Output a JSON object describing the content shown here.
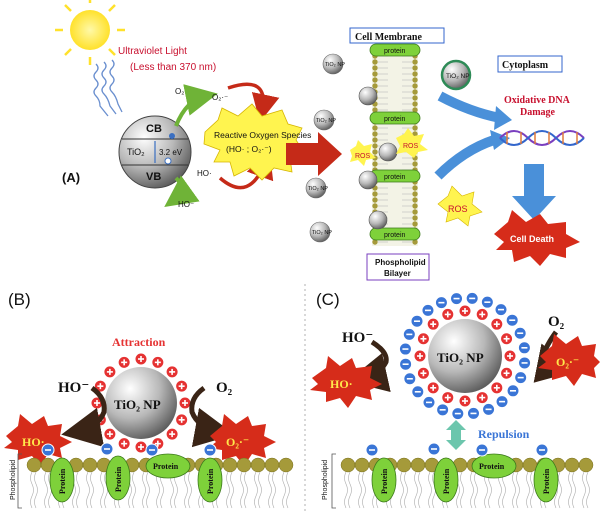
{
  "panel_a": {
    "label": "(A)",
    "uv_title": "Ultraviolet Light",
    "uv_range": "(Less than 370 nm)",
    "cb": "CB",
    "vb": "VB",
    "particle": "TiO₂",
    "band_gap": "3.2 eV",
    "o2": "O₂",
    "o2_radical": "O₂·⁻",
    "ho_radical": "HO·",
    "ho_minus": "HO⁻",
    "ros_title": "Reactive Oxygen Species",
    "ros_formula": "(HO· ; O₂·⁻)",
    "cell_membrane": "Cell Membrane",
    "cytoplasm": "Cytoplasm",
    "protein": "protein",
    "ros": "ROS",
    "np": "TiO₂ NP",
    "oxidative_1": "Oxidative DNA",
    "oxidative_2": "Damage",
    "cell_death": "Cell Death",
    "phospholipid_1": "Phospholipid",
    "phospholipid_2": "Bilayer"
  },
  "panel_b": {
    "label": "(B)",
    "attraction": "Attraction",
    "ho_minus": "HO⁻",
    "o2": "O₂",
    "particle": "TiO₂ NP",
    "ho_radical": "HO·",
    "o2_radical": "O₂·⁻",
    "protein": "Protein",
    "phospholipid": "Phospholipid"
  },
  "panel_c": {
    "label": "(C)",
    "ho_minus": "HO⁻",
    "o2": "O₂",
    "particle": "TiO₂ NP",
    "ho_radical": "HO·",
    "o2_radical": "O₂·⁻",
    "repulsion": "Repulsion",
    "protein": "Protein",
    "phospholipid": "Phospholipid"
  },
  "colors": {
    "sun": "#ffe74a",
    "uv_text": "#c8102e",
    "green_arrow": "#7dc242",
    "red_arrow": "#d62c1a",
    "blue_arrow": "#4a90d9",
    "protein": "#7ed13a",
    "lipid_head": "#a59a3a",
    "cation": "#e53232",
    "anion": "#3a75d6"
  }
}
